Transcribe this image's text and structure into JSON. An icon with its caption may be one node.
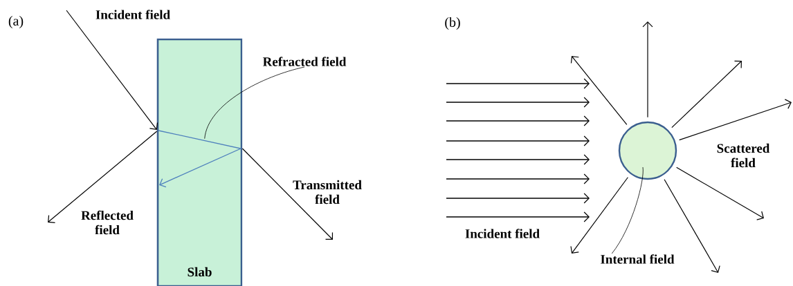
{
  "diagram": {
    "nodes": [
      {
        "text": [
          "Slab"
        ]
      },
      {
        "text": [
          "Refracted field"
        ]
      },
      {
        "text": [
          "Internal field"
        ]
      },
      {
        "text": [],
        "shape": "circle"
      }
    ],
    "edges": [
      {
        "from": null,
        "to": 0,
        "arrow": "to"
      },
      {
        "from": 0,
        "to": null,
        "arrow": "to"
      },
      {
        "from": 0,
        "to": null,
        "arrow": "to"
      },
      {
        "from": 1,
        "to": 0,
        "arrow": "none"
      },
      {
        "from": 2,
        "to": 3,
        "arrow": "none"
      },
      {
        "from": 3,
        "to": null,
        "arrow": "to"
      },
      {
        "from": 3,
        "to": null,
        "arrow": "to"
      },
      {
        "from": 3,
        "to": null,
        "arrow": "to"
      },
      {
        "from": 3,
        "to": null,
        "arrow": "to"
      },
      {
        "from": 3,
        "to": null,
        "arrow": "to"
      },
      {
        "from": 3,
        "to": null,
        "arrow": "to"
      },
      {
        "from": 3,
        "to": null,
        "arrow": "to"
      }
    ],
    "labels": [
      "(a)",
      "Incident field",
      "Reflected field",
      "Transmitted field",
      "(b)",
      "Incident field",
      "Scattered field"
    ]
  }
}
